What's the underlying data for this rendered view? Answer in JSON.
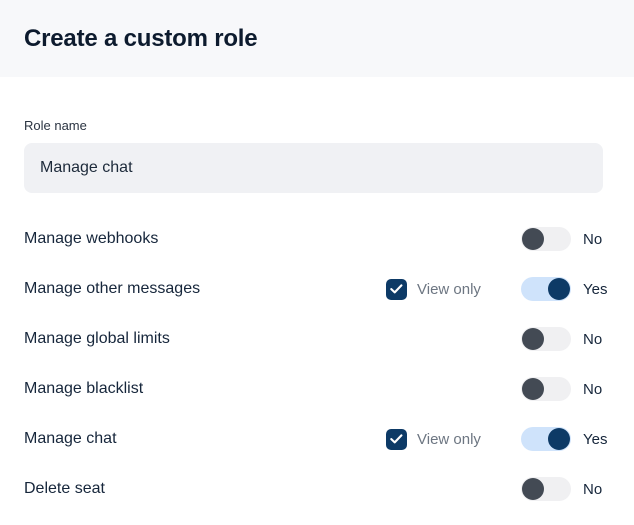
{
  "header": {
    "title": "Create a custom role",
    "background_color": "#f7f8fa"
  },
  "form": {
    "role_name": {
      "label": "Role name",
      "value": "Manage chat",
      "placeholder": "Role name"
    }
  },
  "colors": {
    "accent_navy": "#0d3a66",
    "toggle_off_knob": "#434a54",
    "toggle_off_track": "#f0f0f2",
    "toggle_on_track": "#cfe3fb",
    "input_background": "#f0f1f4",
    "label_text": "#16263b",
    "muted_text": "#6d7682"
  },
  "permissions": [
    {
      "label": "Manage webhooks",
      "has_view_only": false,
      "view_only_label": "View only",
      "view_only_checked": false,
      "toggle_state": "off",
      "toggle_label": "No"
    },
    {
      "label": "Manage other messages",
      "has_view_only": true,
      "view_only_label": "View only",
      "view_only_checked": true,
      "toggle_state": "on",
      "toggle_label": "Yes"
    },
    {
      "label": "Manage global limits",
      "has_view_only": false,
      "view_only_label": "View only",
      "view_only_checked": false,
      "toggle_state": "off",
      "toggle_label": "No"
    },
    {
      "label": "Manage blacklist",
      "has_view_only": false,
      "view_only_label": "View only",
      "view_only_checked": false,
      "toggle_state": "off",
      "toggle_label": "No"
    },
    {
      "label": "Manage chat",
      "has_view_only": true,
      "view_only_label": "View only",
      "view_only_checked": true,
      "toggle_state": "on",
      "toggle_label": "Yes"
    },
    {
      "label": "Delete seat",
      "has_view_only": false,
      "view_only_label": "View only",
      "view_only_checked": false,
      "toggle_state": "off",
      "toggle_label": "No"
    }
  ]
}
